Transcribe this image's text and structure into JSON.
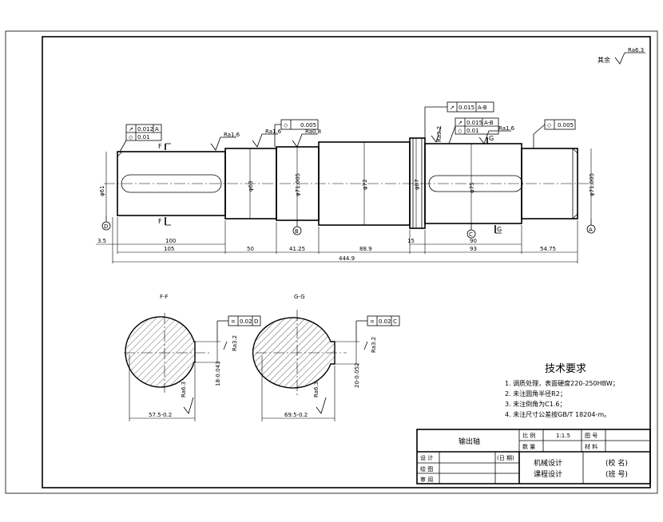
{
  "corner_note": "其余",
  "corner_roughness": "Ra6.3",
  "dims": {
    "d35": "3.5",
    "d100": "100",
    "d105": "105",
    "d50": "50",
    "d4125": "41.25",
    "d889": "88.9",
    "d15": "15",
    "d90": "90",
    "d93": "93",
    "d5475": "54.75",
    "total": "444.9",
    "phi63": "φ63",
    "phi72": "φ72",
    "phi87": "φ87",
    "phi71a": "φ71.005",
    "phi71b": "φ71.005",
    "phi75": "φ75",
    "phi61": "φ61"
  },
  "tol_frames": {
    "tf1a": "0.012",
    "tf1b": "A",
    "tf1c": "0.01",
    "tf2": "0.005",
    "tf3a": "0.015",
    "tf3b": "A-B",
    "tf4a": "0.015",
    "tf4b": "A-B",
    "tf4c": "0.01",
    "tf5": "0.005"
  },
  "roughness": {
    "r1": "Ra1.6",
    "r2": "Ra1.6",
    "r3": "Ra0.8",
    "r4": "Ra1.6",
    "r5": "Ra3.2",
    "rs1": "Ra3.2",
    "rs2": "Ra3.2",
    "rs3": "Ra6.3",
    "rs4": "Ra6.3"
  },
  "datums": {
    "a": "A",
    "b": "B",
    "c": "C",
    "d": "D"
  },
  "sections": {
    "ff_label": "F-F",
    "gg_label": "G-G",
    "ff_sym": "=",
    "ff_tol": "0.02",
    "ff_datum": "D",
    "gg_sym": "=",
    "gg_tol": "0.02",
    "gg_datum": "C",
    "ff_width": "18-0.043",
    "ff_depth": "57.5-0.2",
    "gg_width": "20-0.052",
    "gg_depth": "69.5-0.2"
  },
  "cuts": {
    "f": "F",
    "g": "G"
  },
  "tech": {
    "title": "技术要求",
    "items": [
      "1. 调质处理，表面硬度220-250HBW；",
      "2. 未注圆角半径R2；",
      "3. 未注倒角为C1.6；",
      "4. 未注尺寸公差按GB/T 18204-m。"
    ]
  },
  "title_block": {
    "part_name": "输出轴",
    "scale_label": "比 例",
    "scale_value": "1:1.5",
    "drawing_no_label": "图 号",
    "qty_label": "数 量",
    "material_label": "材 料",
    "designer_label": "设 计",
    "date_label": "(日 期)",
    "drafter_label": "绘 图",
    "reviewer_label": "审 阅",
    "course1": "机械设计",
    "course2": "课程设计",
    "school": "(校 名)",
    "class_label": "(班 号)"
  }
}
